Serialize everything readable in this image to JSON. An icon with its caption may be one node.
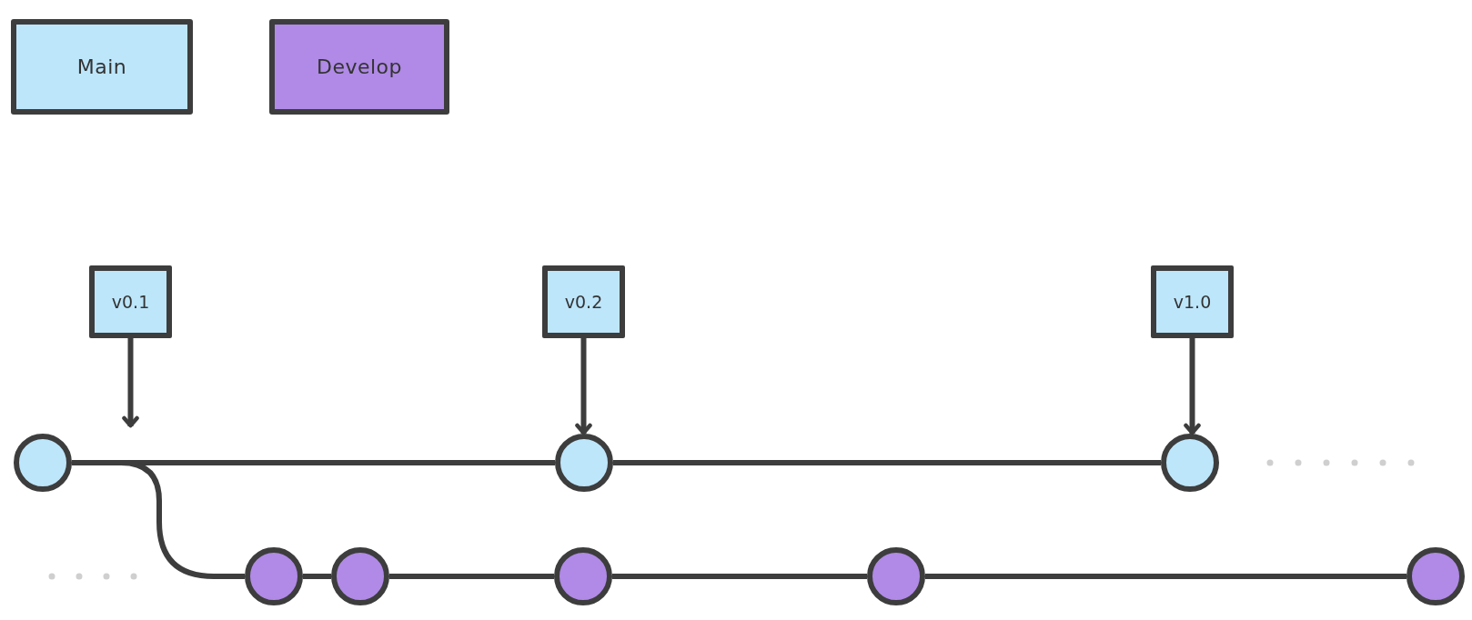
{
  "diagram": {
    "nodes": [
      {
        "text": [
          "v0.1"
        ]
      },
      {
        "text": [
          "v0.2"
        ]
      },
      {
        "text": [
          "v1.0"
        ]
      },
      {
        "text": [],
        "shape": "circle"
      },
      {
        "text": [],
        "shape": "circle"
      },
      {
        "text": [],
        "shape": "circle"
      },
      {
        "text": [],
        "shape": "circle"
      },
      {
        "text": [],
        "shape": "circle"
      },
      {
        "text": [],
        "shape": "circle"
      },
      {
        "text": [],
        "shape": "circle"
      },
      {
        "text": [],
        "shape": "circle"
      }
    ],
    "edges": [
      {
        "from": 0,
        "to": 3,
        "arrow": "to"
      },
      {
        "from": 1,
        "to": 4,
        "arrow": "to"
      },
      {
        "from": 2,
        "to": 5,
        "arrow": "to"
      },
      {
        "from": 3,
        "to": 4,
        "arrow": "none"
      },
      {
        "from": 4,
        "to": 5,
        "arrow": "none"
      },
      {
        "from": 3,
        "to": 6,
        "arrow": "none"
      },
      {
        "from": 6,
        "to": 7,
        "arrow": "none"
      },
      {
        "from": 7,
        "to": 8,
        "arrow": "none"
      },
      {
        "from": 8,
        "to": 9,
        "arrow": "none"
      },
      {
        "from": 9,
        "to": 10,
        "arrow": "none"
      }
    ],
    "legend": [
      {
        "text": "Main",
        "color": "#bde6fb"
      },
      {
        "text": "Develop",
        "color": "#b08ae6"
      }
    ]
  }
}
